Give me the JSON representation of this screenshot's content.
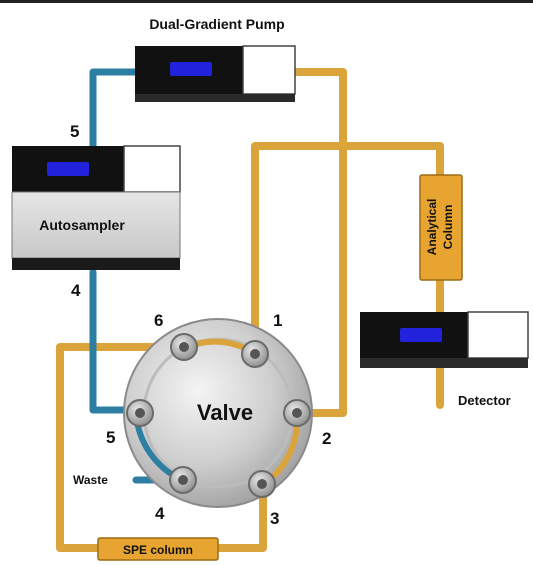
{
  "title": "Dual-Gradient Pump",
  "components": {
    "autosampler": "Autosampler",
    "valve": "Valve",
    "detector": "Detector",
    "analytical_column_line1": "Analytical",
    "analytical_column_line2": "Column",
    "spe_column": "SPE column",
    "waste": "Waste"
  },
  "line_numbers": {
    "pump_to_autosampler": "5",
    "autosampler_to_valve": "4"
  },
  "valve_ports": [
    "1",
    "2",
    "3",
    "4",
    "5",
    "6"
  ],
  "colors": {
    "orange_tubing": "#dba43a",
    "blue_tubing": "#2c7fa3",
    "instrument_display": "#2222dd",
    "column_body": "#e7a431"
  },
  "icons": {
    "pump": "instrument-box-icon",
    "autosampler": "instrument-box-icon",
    "detector": "instrument-box-icon",
    "valve": "rotary-valve-icon"
  }
}
